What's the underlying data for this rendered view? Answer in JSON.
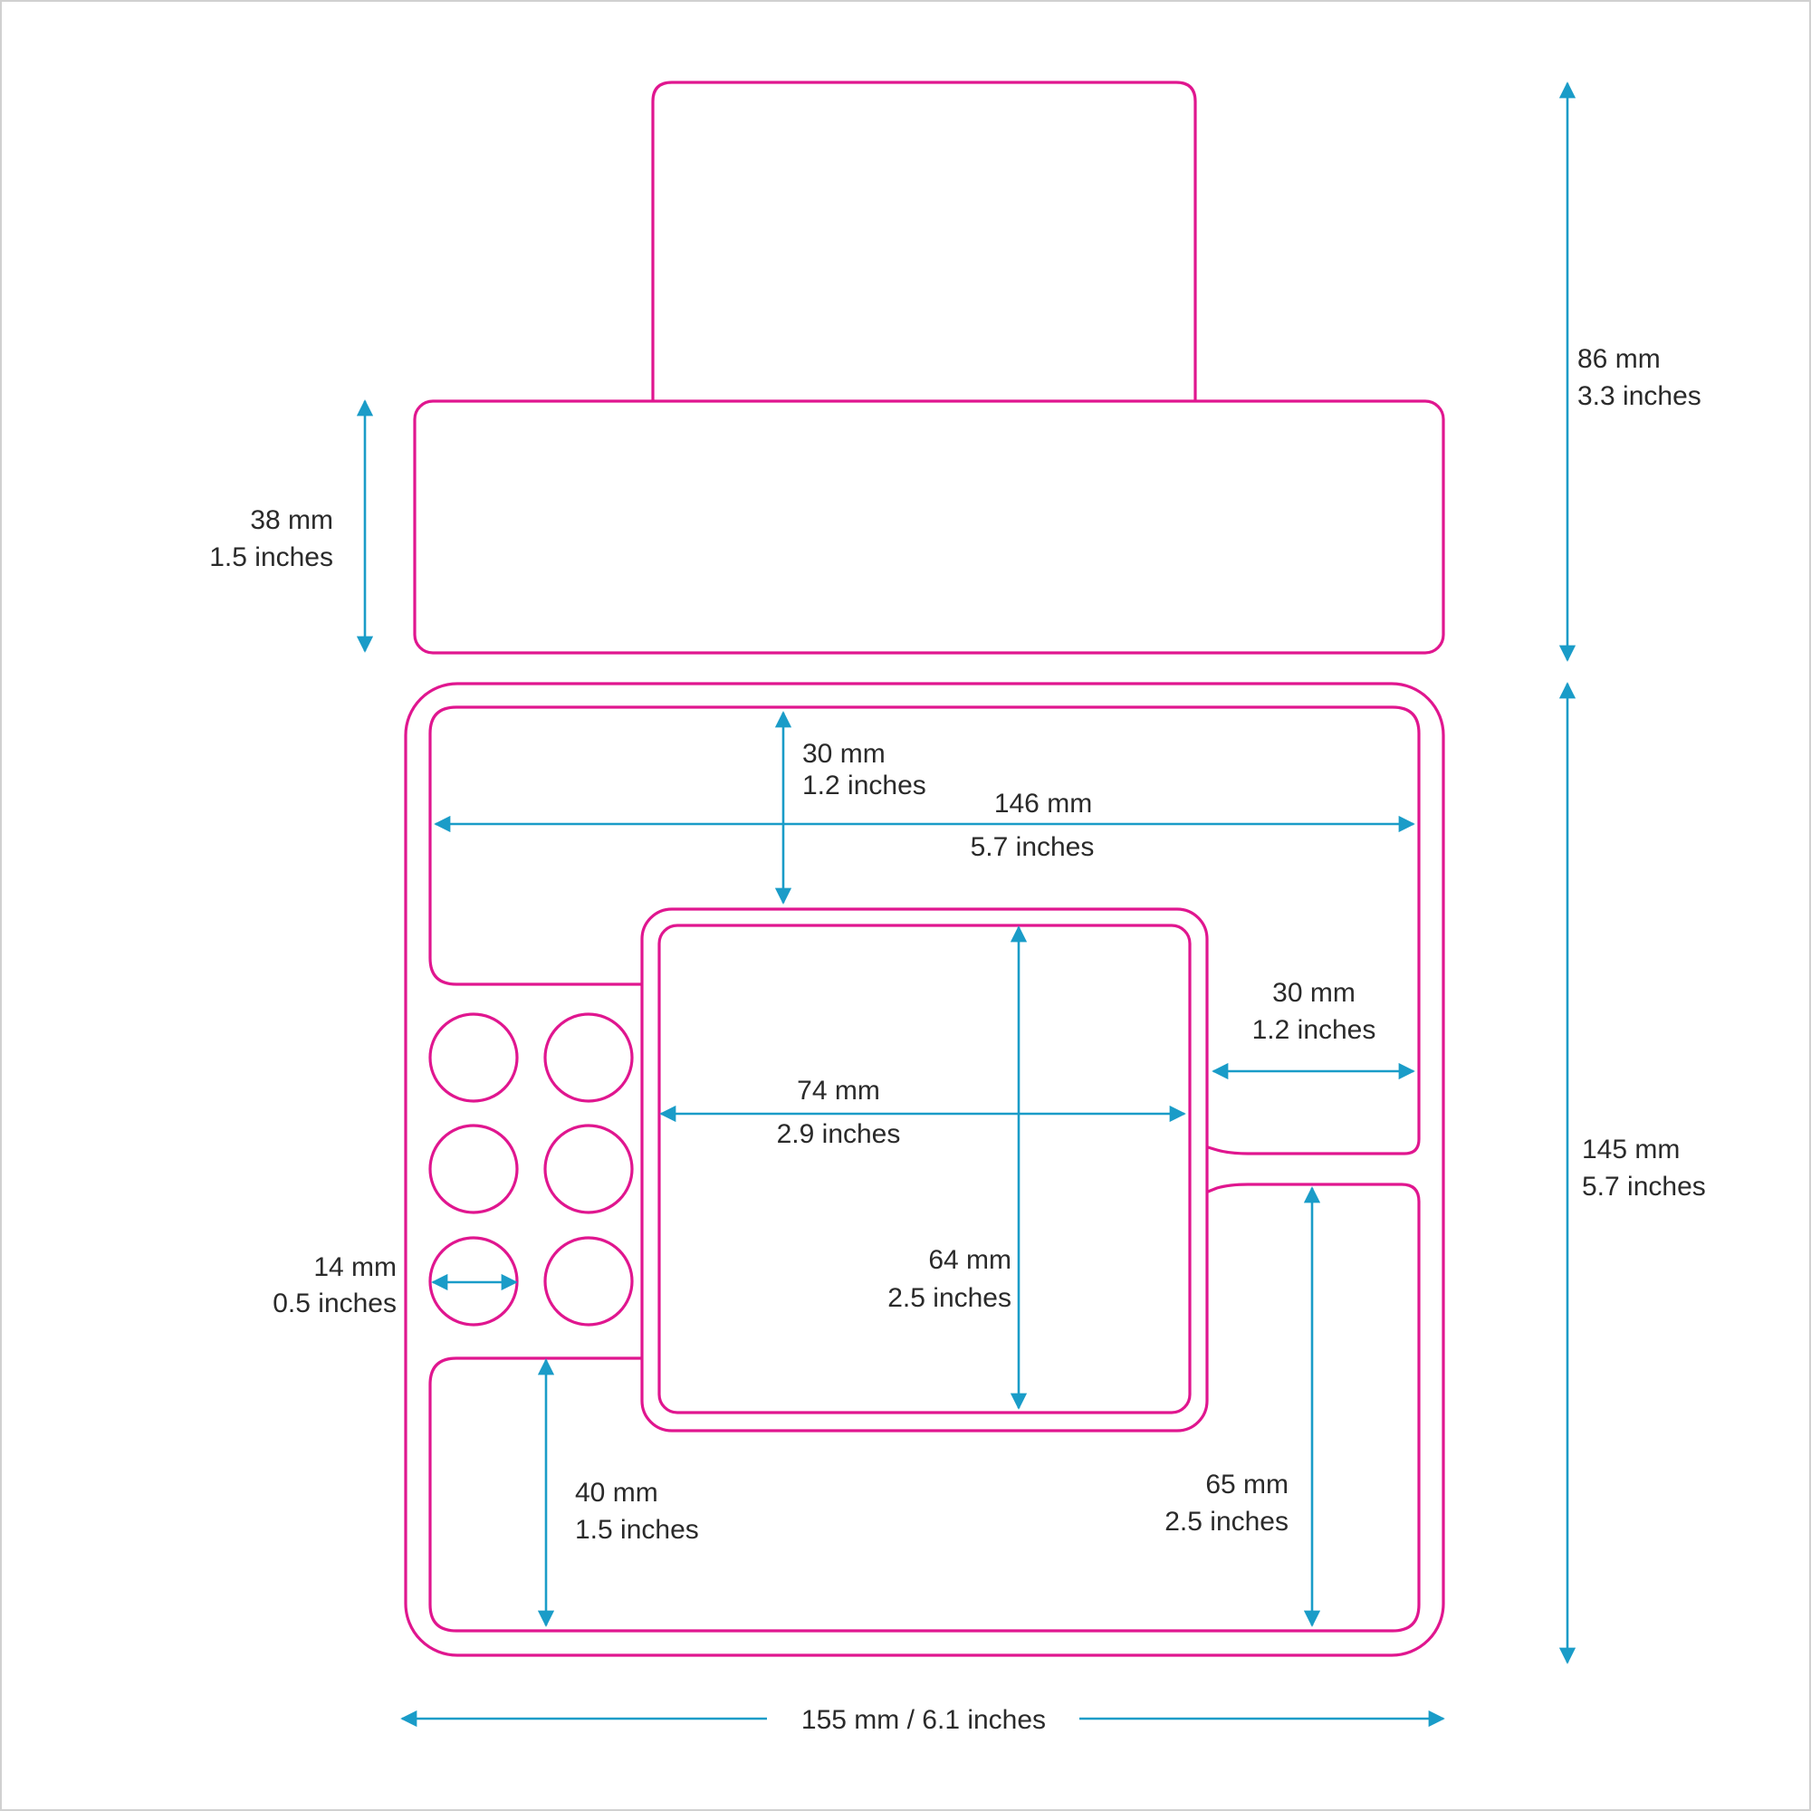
{
  "colors": {
    "outline": "#e0168f",
    "dimension": "#1a9cc8",
    "text": "#2a2a2a",
    "background": "#ffffff",
    "frame": "#d0d0d0"
  },
  "dimensions": {
    "total_height_top": {
      "mm": "86 mm",
      "inches": "3.3 inches"
    },
    "lid_height": {
      "mm": "38 mm",
      "inches": "1.5 inches"
    },
    "tray_height": {
      "mm": "145 mm",
      "inches": "5.7 inches"
    },
    "top_compartment_depth": {
      "mm": "30 mm",
      "inches": "1.2 inches"
    },
    "inner_width": {
      "mm": "146 mm",
      "inches": "5.7 inches"
    },
    "right_compartment_width": {
      "mm": "30 mm",
      "inches": "1.2 inches"
    },
    "center_width": {
      "mm": "74 mm",
      "inches": "2.9 inches"
    },
    "center_height": {
      "mm": "64 mm",
      "inches": "2.5 inches"
    },
    "circle_diameter": {
      "mm": "14 mm",
      "inches": "0.5 inches"
    },
    "bottom_left_depth": {
      "mm": "40 mm",
      "inches": "1.5 inches"
    },
    "bottom_right_depth": {
      "mm": "65 mm",
      "inches": "2.5 inches"
    },
    "overall_width": "155 mm / 6.1 inches"
  }
}
